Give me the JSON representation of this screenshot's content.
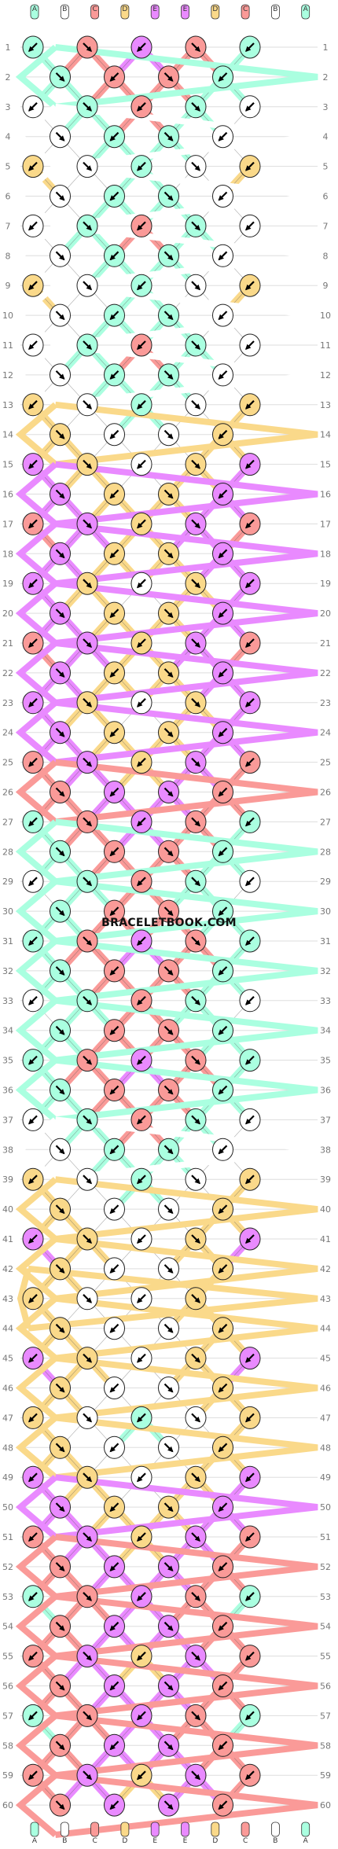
{
  "watermark": "BRACELETBOOK.COM",
  "strand_labels": [
    "A",
    "B",
    "C",
    "D",
    "E",
    "E",
    "D",
    "C",
    "B",
    "A"
  ],
  "colors": {
    "A": "#aaffe0",
    "B": "#ffffff",
    "C": "#fa9a98",
    "D": "#fad98a",
    "E": "#e98aff"
  },
  "start_strands": [
    "A",
    "B",
    "C",
    "D",
    "E",
    "E",
    "D",
    "C",
    "B",
    "A"
  ],
  "row_numbers": [
    1,
    2,
    3,
    4,
    5,
    6,
    7,
    8,
    9,
    10,
    11,
    12,
    13,
    14,
    15,
    16,
    17,
    18,
    19,
    20,
    21,
    22,
    23,
    24,
    25,
    26,
    27,
    28,
    29,
    30,
    31,
    32,
    33,
    34,
    35,
    36,
    37,
    38,
    39,
    40,
    41,
    42,
    43,
    44,
    45,
    46,
    47,
    48,
    49,
    50,
    51,
    52,
    53,
    54,
    55,
    56,
    57,
    58,
    59,
    60
  ],
  "knot_rows": [
    [
      "A",
      "C",
      "E",
      "C",
      "A"
    ],
    [
      "A",
      "C",
      "C",
      "A"
    ],
    [
      "B",
      "A",
      "C",
      "A",
      "B"
    ],
    [
      "B",
      "A",
      "A",
      "B"
    ],
    [
      "D",
      "B",
      "A",
      "B",
      "D"
    ],
    [
      "B",
      "A",
      "A",
      "B"
    ],
    [
      "B",
      "A",
      "C",
      "A",
      "B"
    ],
    [
      "B",
      "A",
      "A",
      "B"
    ],
    [
      "D",
      "B",
      "A",
      "B",
      "D"
    ],
    [
      "B",
      "A",
      "A",
      "B"
    ],
    [
      "B",
      "A",
      "C",
      "A",
      "B"
    ],
    [
      "B",
      "A",
      "A",
      "B"
    ],
    [
      "D",
      "B",
      "A",
      "B",
      "D"
    ],
    [
      "D",
      "B",
      "B",
      "D"
    ],
    [
      "E",
      "D",
      "B",
      "D",
      "E"
    ],
    [
      "E",
      "D",
      "D",
      "E"
    ],
    [
      "C",
      "E",
      "D",
      "E",
      "C"
    ],
    [
      "E",
      "D",
      "D",
      "E"
    ],
    [
      "E",
      "D",
      "B",
      "D",
      "E"
    ],
    [
      "E",
      "D",
      "D",
      "E"
    ],
    [
      "C",
      "E",
      "D",
      "E",
      "C"
    ],
    [
      "E",
      "D",
      "D",
      "E"
    ],
    [
      "E",
      "D",
      "B",
      "D",
      "E"
    ],
    [
      "E",
      "D",
      "D",
      "E"
    ],
    [
      "C",
      "E",
      "D",
      "E",
      "C"
    ],
    [
      "C",
      "E",
      "E",
      "C"
    ],
    [
      "A",
      "C",
      "E",
      "C",
      "A"
    ],
    [
      "A",
      "C",
      "C",
      "A"
    ],
    [
      "B",
      "A",
      "C",
      "A",
      "B"
    ],
    [
      "A",
      "C",
      "C",
      "A"
    ],
    [
      "A",
      "C",
      "E",
      "C",
      "A"
    ],
    [
      "A",
      "C",
      "C",
      "A"
    ],
    [
      "B",
      "A",
      "C",
      "A",
      "B"
    ],
    [
      "A",
      "C",
      "C",
      "A"
    ],
    [
      "A",
      "C",
      "E",
      "C",
      "A"
    ],
    [
      "A",
      "C",
      "C",
      "A"
    ],
    [
      "B",
      "A",
      "C",
      "A",
      "B"
    ],
    [
      "B",
      "A",
      "A",
      "B"
    ],
    [
      "D",
      "B",
      "A",
      "B",
      "D"
    ],
    [
      "D",
      "B",
      "B",
      "D"
    ],
    [
      "E",
      "D",
      "B",
      "D",
      "E"
    ],
    [
      "D",
      "B",
      "B",
      "D"
    ],
    [
      "D",
      "B",
      "B",
      "D"
    ],
    [
      "D",
      "B",
      "B",
      "D"
    ],
    [
      "E",
      "D",
      "B",
      "D",
      "E"
    ],
    [
      "D",
      "B",
      "B",
      "D"
    ],
    [
      "D",
      "B",
      "A",
      "B",
      "D"
    ],
    [
      "D",
      "B",
      "B",
      "D"
    ],
    [
      "E",
      "D",
      "B",
      "D",
      "E"
    ],
    [
      "E",
      "D",
      "D",
      "E"
    ],
    [
      "C",
      "E",
      "D",
      "E",
      "C"
    ],
    [
      "C",
      "E",
      "E",
      "C"
    ],
    [
      "A",
      "C",
      "E",
      "C",
      "A"
    ],
    [
      "C",
      "E",
      "E",
      "C"
    ],
    [
      "C",
      "E",
      "D",
      "E",
      "C"
    ],
    [
      "C",
      "E",
      "E",
      "C"
    ],
    [
      "A",
      "C",
      "E",
      "C",
      "A"
    ],
    [
      "C",
      "E",
      "E",
      "C"
    ],
    [
      "C",
      "E",
      "D",
      "E",
      "C"
    ],
    [
      "C",
      "E",
      "E",
      "C"
    ]
  ]
}
